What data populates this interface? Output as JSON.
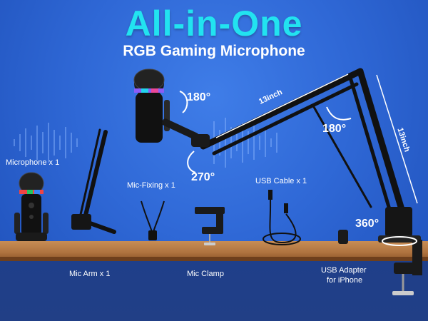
{
  "header": {
    "title": "All-in-One",
    "subtitle": "RGB Gaming Microphone"
  },
  "items": {
    "microphone": "Microphone x 1",
    "mic_arm": "Mic Arm x 1",
    "mic_fixing": "Mic-Fixing x 1",
    "mic_clamp": "Mic Clamp",
    "usb_cable": "USB Cable x 1",
    "usb_adapter_line1": "USB Adapter",
    "usb_adapter_line2": "for iPhone"
  },
  "specs": {
    "angle_head": "180°",
    "angle_arm": "180°",
    "angle_base": "270°",
    "angle_rotate": "360°",
    "arm_length_top": "13inch",
    "arm_length_side": "13inch"
  },
  "colors": {
    "title": "#22e3f0",
    "background": "#2f68d6",
    "desk": "#b07440"
  }
}
